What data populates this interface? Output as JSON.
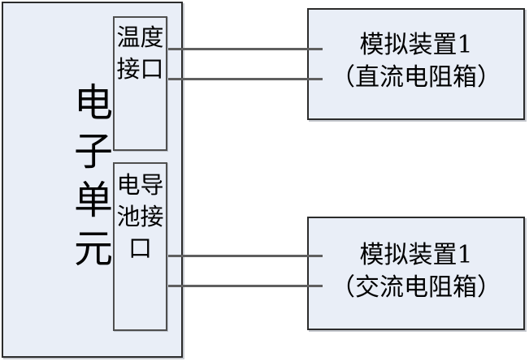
{
  "colors": {
    "background": "#ffffff",
    "box_fill": "#e9eef7",
    "box_border": "#2b2b2b",
    "inner_border": "#4f4f4f",
    "connector": "#5f5f5f",
    "text": "#000000"
  },
  "diagram": {
    "electronic_unit": {
      "label": "电子单元"
    },
    "temperature_interface": {
      "label": "温度接口"
    },
    "conductivity_interface": {
      "label": "电导池接口"
    },
    "simulator_dc": {
      "title": "模拟装置1",
      "subtitle": "（直流电阻箱）"
    },
    "simulator_ac": {
      "title": "模拟装置1",
      "subtitle": "（交流电阻箱）"
    },
    "connections": [
      {
        "from": "温度接口",
        "to": "模拟装置1（直流电阻箱）",
        "lines": 2
      },
      {
        "from": "电导池接口",
        "to": "模拟装置1（交流电阻箱）",
        "lines": 2
      }
    ]
  }
}
